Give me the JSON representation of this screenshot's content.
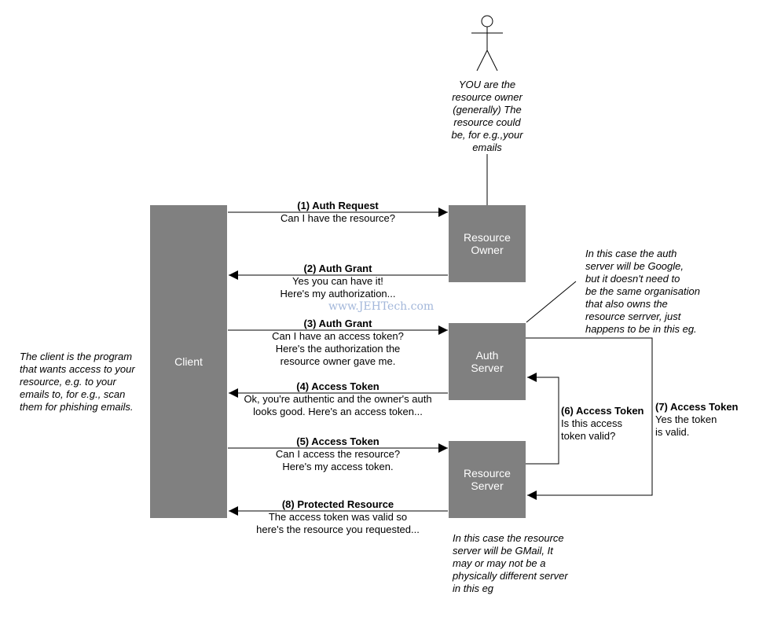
{
  "nodes": {
    "client": {
      "lines": [
        "Client"
      ]
    },
    "resource_owner": {
      "lines": [
        "Resource",
        "Owner"
      ]
    },
    "auth_server": {
      "lines": [
        "Auth",
        "Server"
      ]
    },
    "resource_server": {
      "lines": [
        "Resource",
        "Server"
      ]
    }
  },
  "messages": [
    {
      "title": "(1) Auth Request",
      "lines": [
        "Can I have the resource?"
      ]
    },
    {
      "title": "(2) Auth Grant",
      "lines": [
        "Yes you can have it!",
        "Here's my authorization..."
      ]
    },
    {
      "title": "(3) Auth Grant",
      "lines": [
        "Can I have an access token?",
        "Here's the authorization the",
        "resource owner gave me."
      ]
    },
    {
      "title": "(4) Access Token",
      "lines": [
        "Ok, you're authentic and the owner's auth",
        "looks good. Here's an access token..."
      ]
    },
    {
      "title": "(5) Access Token",
      "lines": [
        "Can I access the resource?",
        "Here's my access token."
      ]
    },
    {
      "title": "(6) Access Token",
      "lines": [
        "Is this access",
        "token valid?"
      ]
    },
    {
      "title": "(7) Access Token",
      "lines": [
        "Yes the token",
        "is valid."
      ]
    },
    {
      "title": "(8) Protected Resource",
      "lines": [
        "The access token was valid so",
        "here's the resource you requested..."
      ]
    }
  ],
  "notes": {
    "owner": [
      "YOU are the",
      "resource owner",
      "(generally) The",
      "resource could",
      "be, for e.g.,your",
      "emails"
    ],
    "client": [
      "The client is the program",
      "that wants access to your",
      "resource, e.g. to your",
      "emails to, for e.g., scan",
      "them for phishing emails."
    ],
    "auth": [
      "In this case the auth",
      "server will be Google,",
      "but it doesn't need to",
      "be the same organisation",
      "that also owns the",
      "resource serrver, just",
      "happens to be in this eg."
    ],
    "resource": [
      "In this case the resource",
      "server will be GMail, It",
      "may or may not be a",
      "physically different server",
      "in this eg"
    ]
  },
  "watermark": "www.JEHTech.com"
}
